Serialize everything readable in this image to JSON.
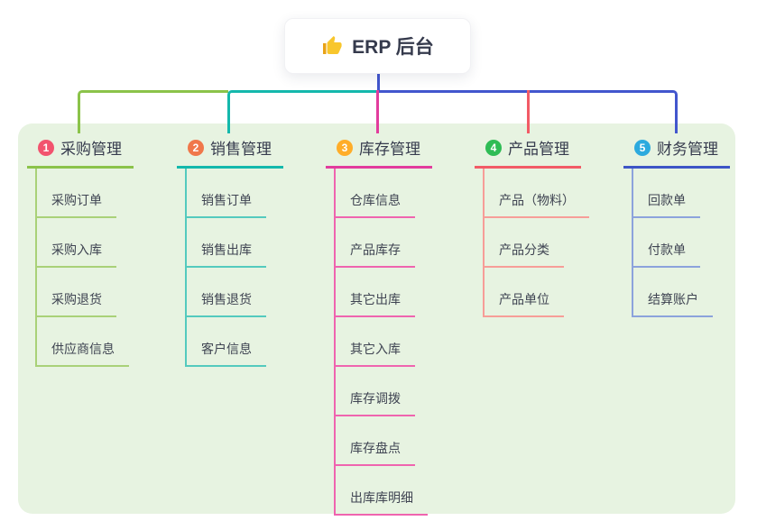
{
  "root": {
    "label": "ERP 后台",
    "icon": "thumbs-up-icon",
    "icon_color": "#f8c62c"
  },
  "colors": {
    "root_connector": "#4256cd",
    "panel_background": "#e7f3e1",
    "text_dark": "#363b4d"
  },
  "branches": [
    {
      "index": "1",
      "label": "采购管理",
      "badge_color": "#f2536e",
      "color_main": "#8bc34a",
      "color_sub": "#a9d178",
      "items": [
        "采购订单",
        "采购入库",
        "采购退货",
        "供应商信息"
      ]
    },
    {
      "index": "2",
      "label": "销售管理",
      "badge_color": "#f0774a",
      "color_main": "#14b8ac",
      "color_sub": "#54cabe",
      "items": [
        "销售订单",
        "销售出库",
        "销售退货",
        "客户信息"
      ]
    },
    {
      "index": "3",
      "label": "库存管理",
      "badge_color": "#ffad29",
      "color_main": "#e23c9d",
      "color_sub": "#ef64af",
      "items": [
        "仓库信息",
        "产品库存",
        "其它出库",
        "其它入库",
        "库存调拨",
        "库存盘点",
        "出库库明细"
      ]
    },
    {
      "index": "4",
      "label": "产品管理",
      "badge_color": "#2fbc55",
      "color_main": "#f25b66",
      "color_sub": "#f79d98",
      "items": [
        "产品（物料）",
        "产品分类",
        "产品单位"
      ]
    },
    {
      "index": "5",
      "label": "财务管理",
      "badge_color": "#2caade",
      "color_main": "#3d55c6",
      "color_sub": "#8ca3dc",
      "items": [
        "回款单",
        "付款单",
        "结算账户"
      ]
    }
  ]
}
